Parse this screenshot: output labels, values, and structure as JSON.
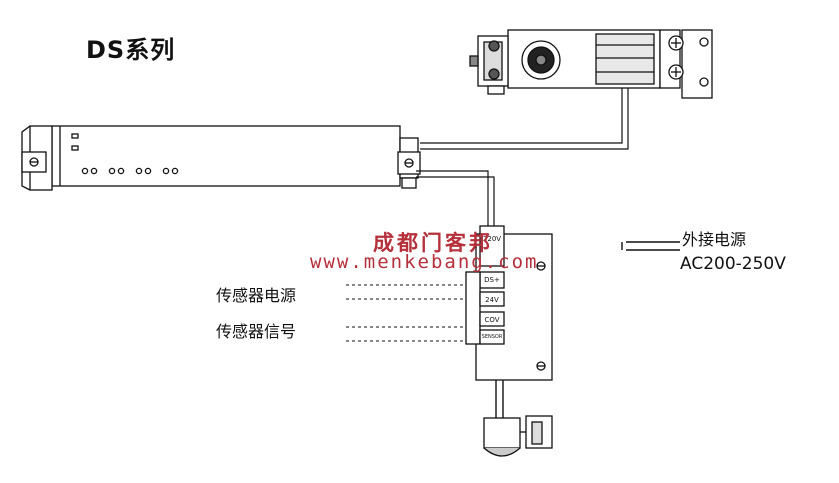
{
  "title": "DS系列",
  "labels": {
    "external_power": "外接电源",
    "voltage_range": "AC200-250V",
    "sensor_power": "传感器电源",
    "sensor_signal": "传感器信号"
  },
  "terminals": [
    "220V",
    "DS+",
    "24V",
    "COV",
    "SENSOR"
  ],
  "watermark": {
    "line1": "成都门客邦",
    "line2": "www.menkebang.com"
  }
}
